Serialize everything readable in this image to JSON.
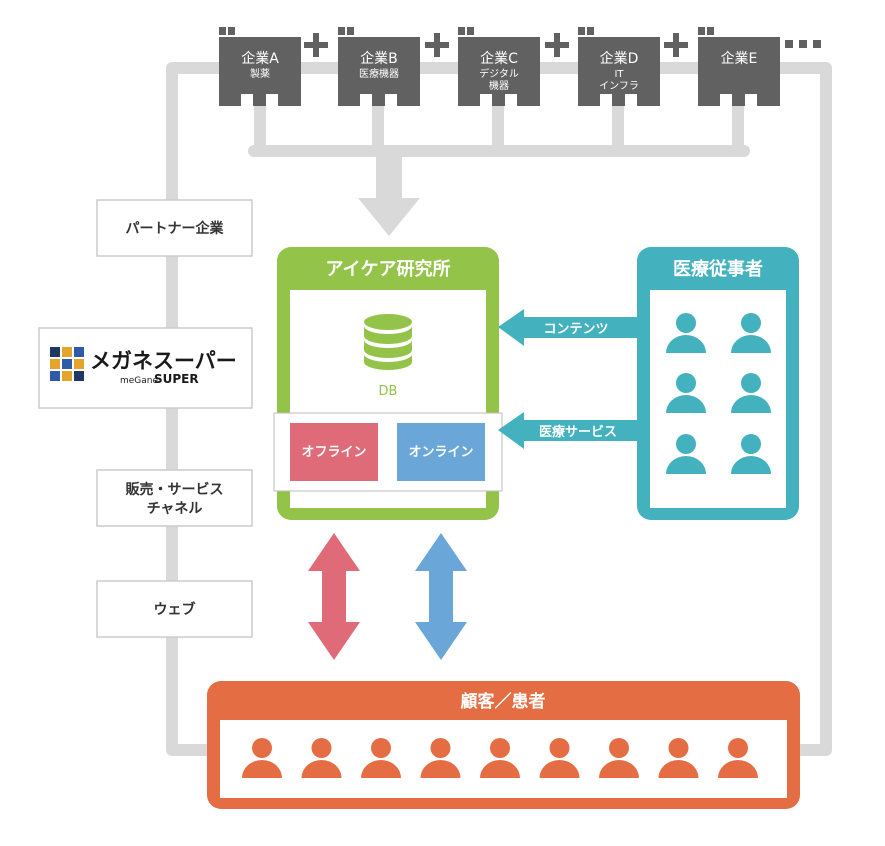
{
  "companies": [
    {
      "name": "企業A",
      "sub1": "製薬",
      "sub2": ""
    },
    {
      "name": "企業B",
      "sub1": "医療機器",
      "sub2": ""
    },
    {
      "name": "企業C",
      "sub1": "デジタル",
      "sub2": "機器"
    },
    {
      "name": "企業D",
      "sub1": "IT",
      "sub2": "インフラ"
    },
    {
      "name": "企業E",
      "sub1": "",
      "sub2": ""
    }
  ],
  "plus_sign": "+",
  "more_dots": "・・・",
  "side_labels": {
    "partner": "パートナー企業",
    "channel_line1": "販売・サービス",
    "channel_line2": "チャネル",
    "web": "ウェブ"
  },
  "logo": {
    "name_jp": "メガネスーパー",
    "name_en_prefix": "meGane",
    "name_en_suffix": "SUPER"
  },
  "lab": {
    "title": "アイケア研究所",
    "db_label": "DB",
    "offline": "オフライン",
    "online": "オンライン"
  },
  "medical": {
    "title": "医療従事者",
    "arrow_content": "コンテンツ",
    "arrow_service": "医療サービス"
  },
  "customers": {
    "title": "顧客／患者",
    "count": 9
  },
  "colors": {
    "gray": "#d9d9d9",
    "building": "#616161",
    "green": "#94c34a",
    "teal": "#43b1be",
    "orange": "#e56d43",
    "red": "#e06b78",
    "blue": "#6aa6d8"
  }
}
